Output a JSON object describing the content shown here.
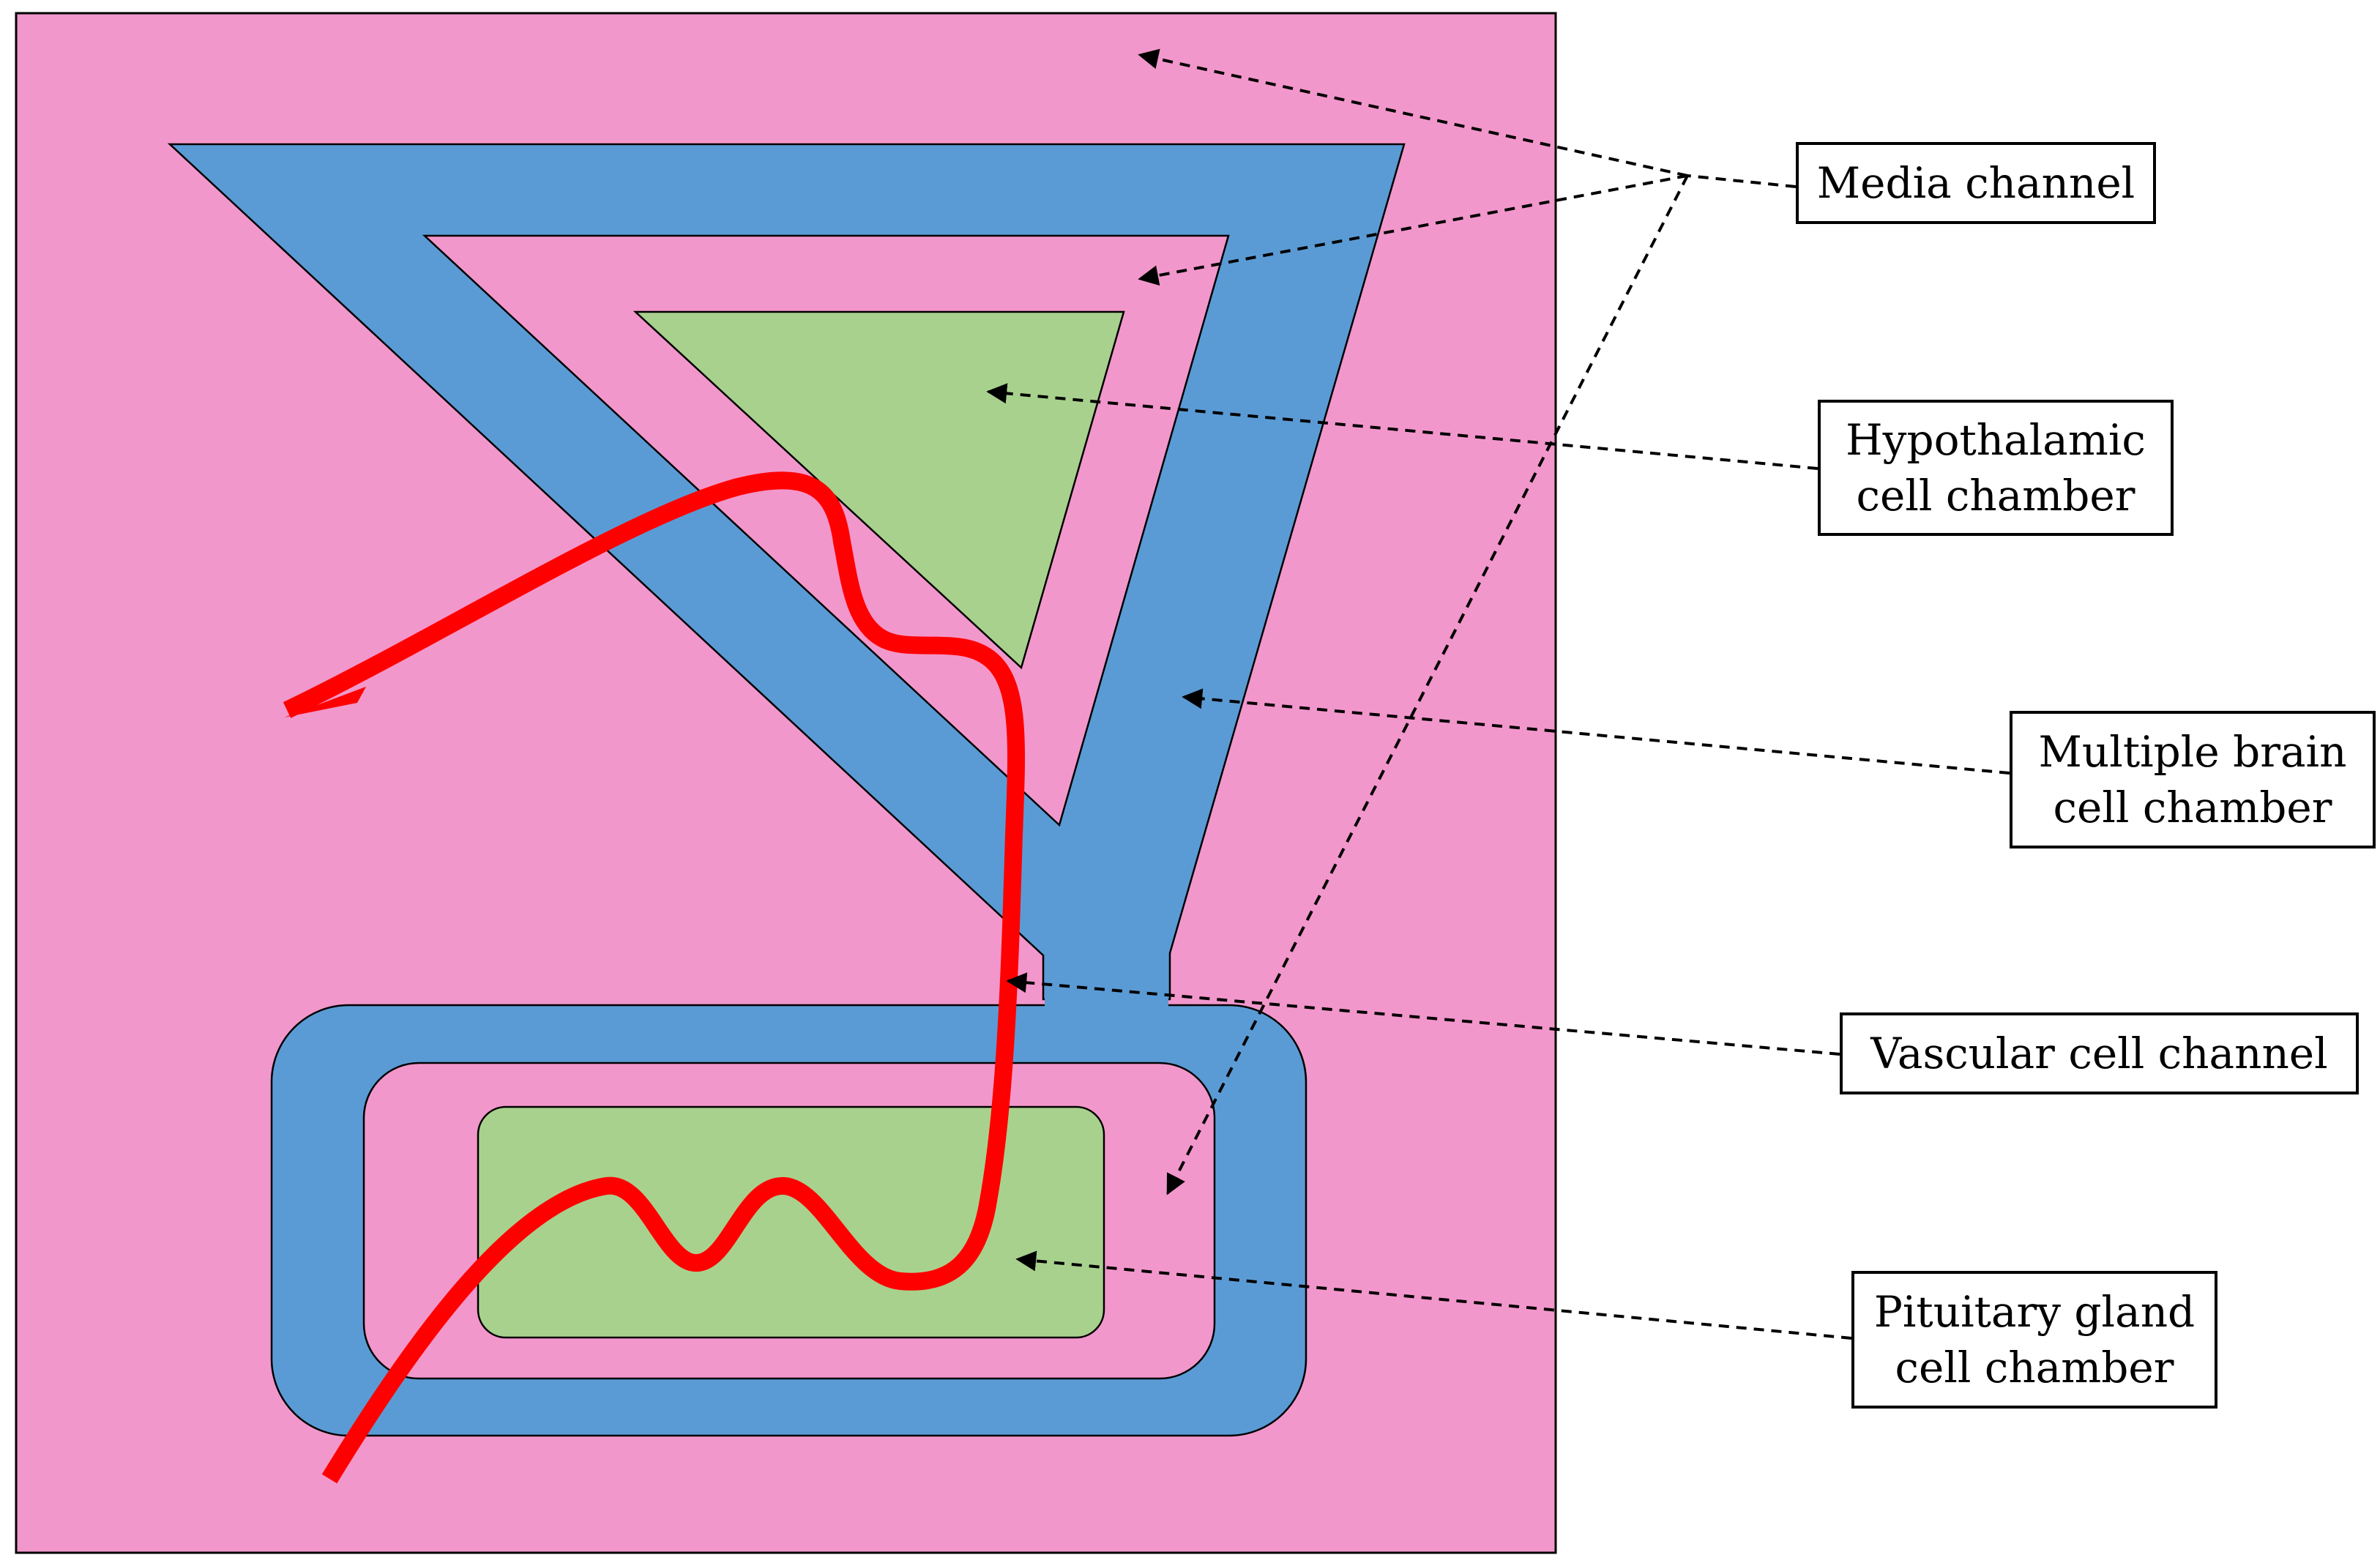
{
  "colors": {
    "media": "#f297cb",
    "channel": "#5b9bd5",
    "chamber": "#a9d18e",
    "vessel": "#ff0000",
    "outline": "#000000"
  },
  "labels": {
    "media_channel": "Media channel",
    "hypothalamic_chamber": "Hypothalamic\ncell chamber",
    "multiple_brain_chamber": "Multiple brain\ncell chamber",
    "vascular_channel": "Vascular cell channel",
    "pituitary_chamber": "Pituitary gland\ncell chamber"
  }
}
